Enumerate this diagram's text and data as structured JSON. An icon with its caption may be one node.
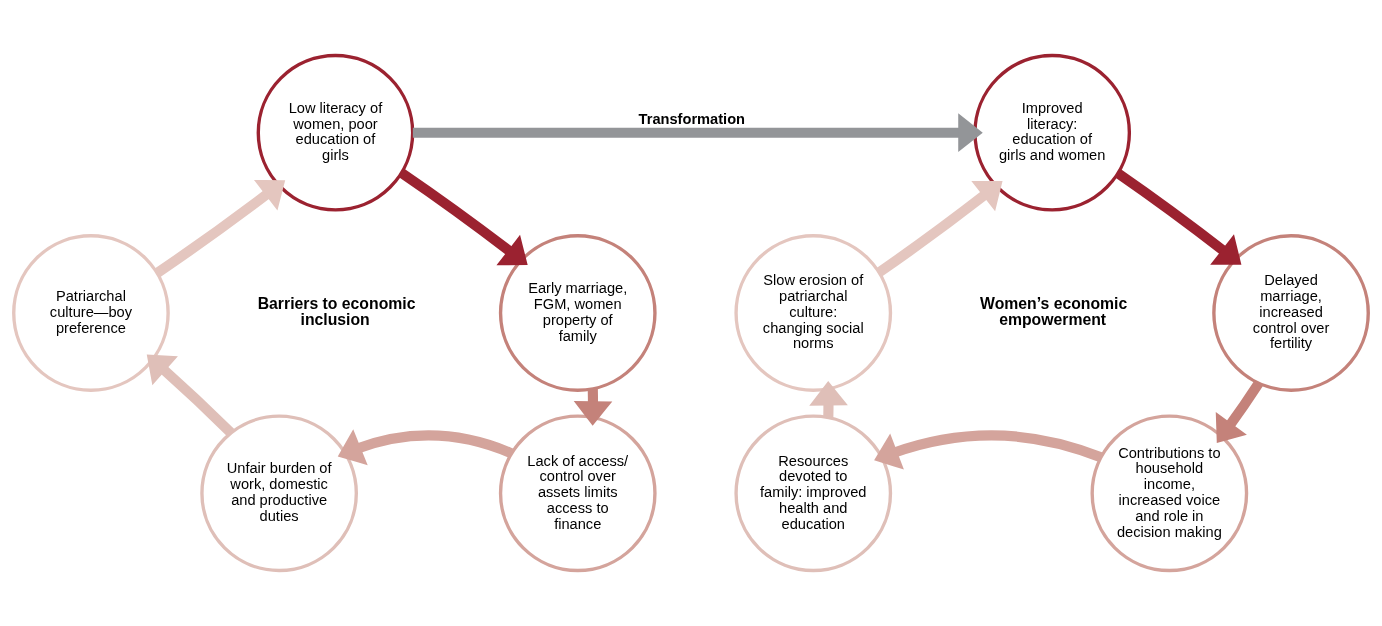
{
  "diagram": {
    "nodes": [
      {
        "text": [
          "Low literacy of women, poor education of girls"
        ]
      },
      {
        "text": [
          "Early marriage, FGM, women property of family"
        ]
      },
      {
        "text": [
          "Lack of access/ control over assets limits access to finance"
        ]
      },
      {
        "text": [
          "Unfair burden of work, domestic and productive duties"
        ]
      },
      {
        "text": [
          "Patriarchal culture—boy preference"
        ]
      },
      {
        "text": [
          "Improved literacy: education of girls and women"
        ]
      },
      {
        "text": [
          "Delayed marriage, increased control over fertility"
        ]
      },
      {
        "text": [
          "Contributions to household income, increased voice and role in decision making"
        ]
      },
      {
        "text": [
          "Resources devoted to family: improved health and education"
        ]
      },
      {
        "text": [
          "Slow erosion of patriarchal culture: changing social norms"
        ]
      }
    ],
    "edges": [
      {
        "from": 0,
        "to": 1,
        "arrow": "to",
        "color": "#9b2230"
      },
      {
        "from": 1,
        "to": 2,
        "arrow": "to",
        "color": "#c4827a"
      },
      {
        "from": 2,
        "to": 3,
        "arrow": "to",
        "color": "#d4a49c"
      },
      {
        "from": 3,
        "to": 4,
        "arrow": "to",
        "color": "#dfbfb8"
      },
      {
        "from": 4,
        "to": 0,
        "arrow": "to",
        "color": "#e4c6bf"
      },
      {
        "from": 0,
        "to": 5,
        "arrow": "to",
        "label": "Transformation",
        "color": "#939598"
      },
      {
        "from": 5,
        "to": 6,
        "arrow": "to",
        "color": "#9b2230"
      },
      {
        "from": 6,
        "to": 7,
        "arrow": "to",
        "color": "#c4827a"
      },
      {
        "from": 7,
        "to": 8,
        "arrow": "to",
        "color": "#d4a49c"
      },
      {
        "from": 8,
        "to": 9,
        "arrow": "to",
        "color": "#dfbfb8"
      },
      {
        "from": 9,
        "to": 5,
        "arrow": "to",
        "color": "#e4c6bf"
      }
    ],
    "labels": [
      "Barriers to economic inclusion",
      "Women’s economic empowerment"
    ]
  }
}
